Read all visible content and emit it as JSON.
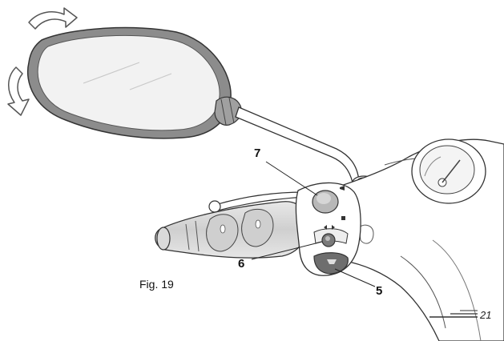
{
  "figure": {
    "caption": "Fig. 19",
    "callouts": {
      "seven": "7",
      "six": "6",
      "five": "5"
    }
  },
  "page": {
    "number": "21"
  },
  "colors": {
    "line": "#444444",
    "mirror_frame": "#8c8c8c",
    "mirror_glass": "#f2f2f2",
    "text": "#111111"
  },
  "icons": [
    "rotate-arrow-icon",
    "tilt-arrow-icon",
    "light-switch-icon",
    "indicator-switch-icon",
    "horn-button-icon"
  ]
}
